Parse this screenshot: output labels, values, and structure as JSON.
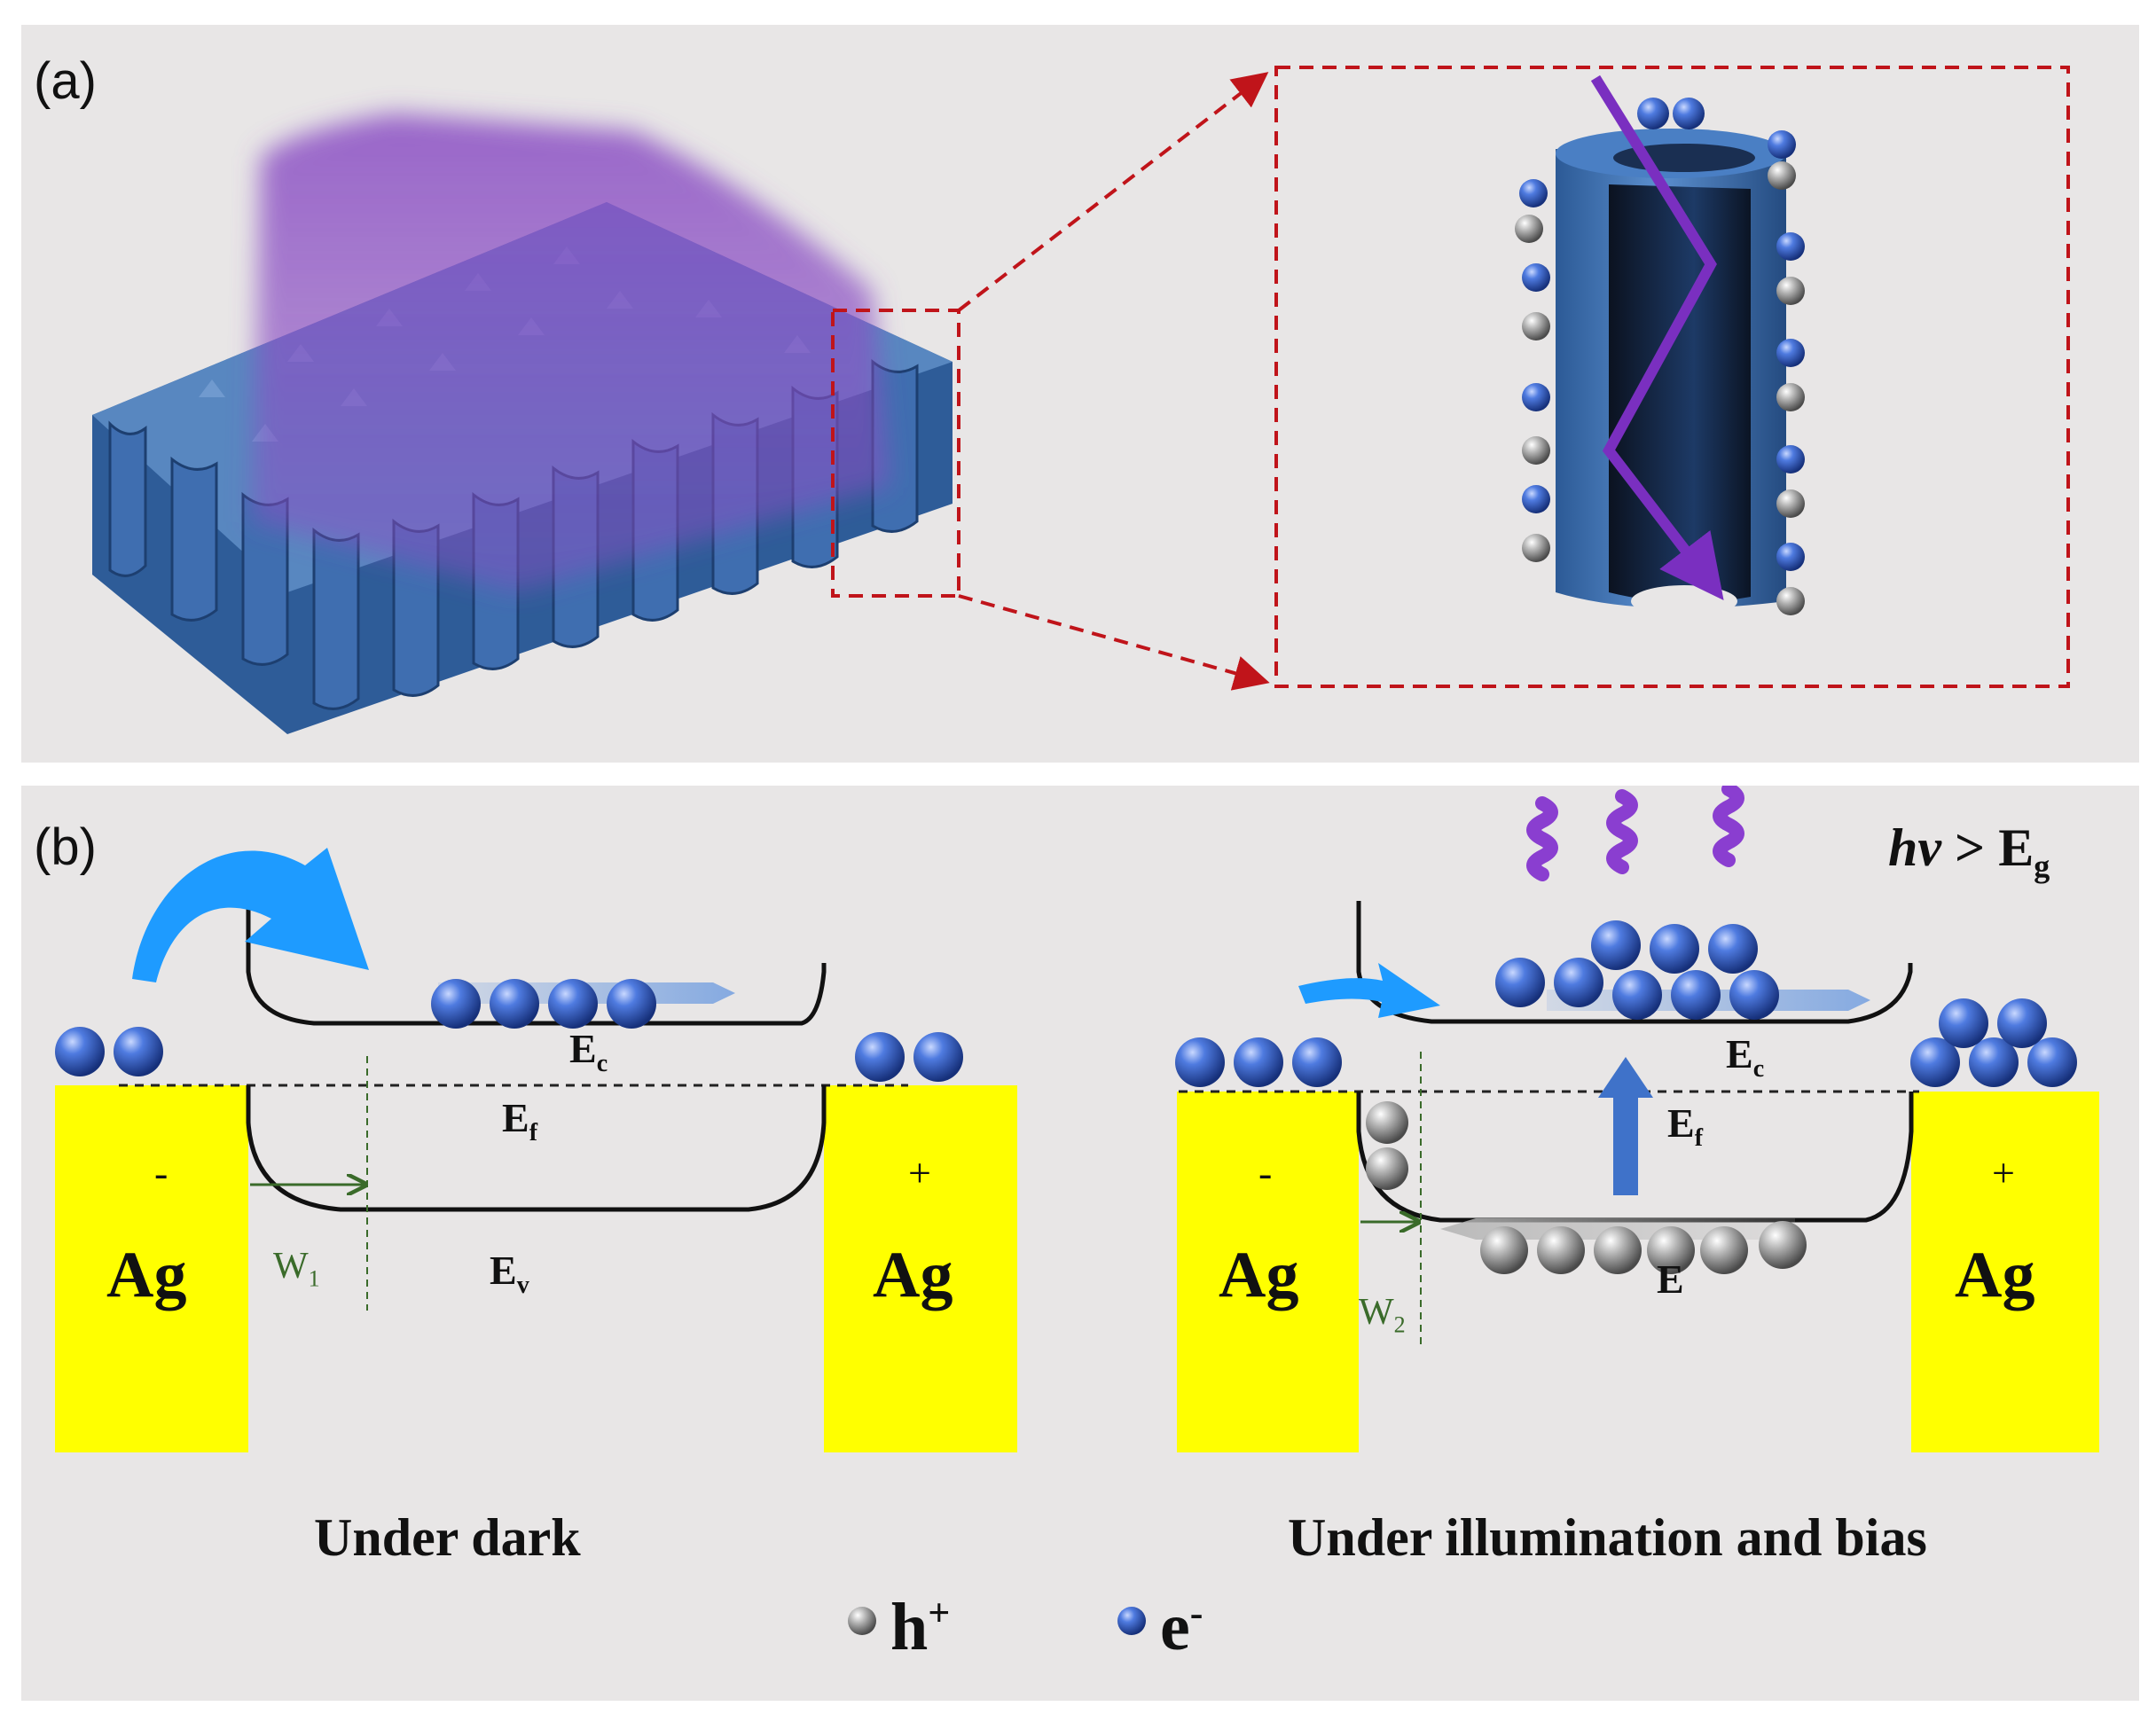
{
  "panel_a": {
    "label": "(a)"
  },
  "panel_b": {
    "label": "(b)",
    "photon_condition": {
      "lhs": "hv",
      "op": ">",
      "rhs": "E",
      "rhs_sub": "g"
    },
    "left": {
      "caption": "Under dark",
      "electrode_left": {
        "name": "Ag",
        "sign": "-"
      },
      "electrode_right": {
        "name": "Ag",
        "sign": "+"
      },
      "ec": {
        "main": "E",
        "sub": "c"
      },
      "ef": {
        "main": "E",
        "sub": "f"
      },
      "ev": {
        "main": "E",
        "sub": "v"
      },
      "width": {
        "main": "W",
        "sub": "1"
      }
    },
    "right": {
      "caption": "Under illumination and bias",
      "electrode_left": {
        "name": "Ag",
        "sign": "-"
      },
      "electrode_right": {
        "name": "Ag",
        "sign": "+"
      },
      "ec": {
        "main": "E",
        "sub": "c"
      },
      "ef": {
        "main": "E",
        "sub": "f"
      },
      "ev": {
        "main": "E",
        "sub": ""
      },
      "width": {
        "main": "W",
        "sub": "2"
      }
    },
    "legend": {
      "hole": {
        "main": "h",
        "sup": "+"
      },
      "electron": {
        "main": "e",
        "sup": "-"
      }
    }
  },
  "colors": {
    "panel_bg": "#e8e6e6",
    "electrode": "#ffff00",
    "electron": "#2f56b8",
    "hole": "#9a9a9a",
    "nanotube": "#3a6aa8",
    "light": "#8a4cc0",
    "zoom_box": "#c0141a",
    "flow_arrow": "#1e9bff"
  }
}
